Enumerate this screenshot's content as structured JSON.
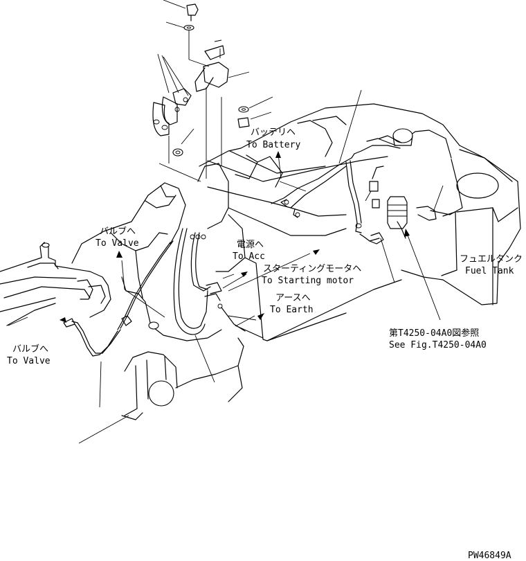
{
  "labels": {
    "battery_jp": "バッテリヘ",
    "battery_en": "To Battery",
    "valve1_jp": "バルブへ",
    "valve1_en": "To Valve",
    "acc_jp": "電源へ",
    "acc_en": "To Acc",
    "starting_jp": "スターティングモータヘ",
    "starting_en": "To Starting motor",
    "earth_jp": "アースへ",
    "earth_en": "To Earth",
    "fueltank_jp": "フュエルタンク",
    "fueltank_en": "Fuel Tank",
    "seefig_jp": "第T4250-04A0図参照",
    "seefig_en": "See Fig.T4250-04A0",
    "valve2_jp": "バルブへ",
    "valve2_en": "To Valve",
    "drawing_id": "PW46849A"
  },
  "colors": {
    "ink": "#000000",
    "paper": "#ffffff"
  }
}
